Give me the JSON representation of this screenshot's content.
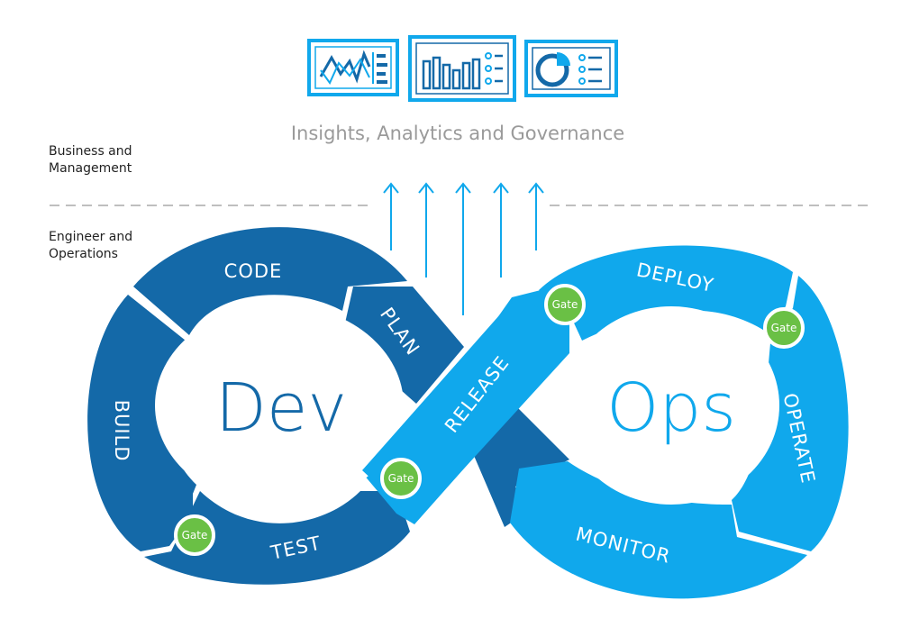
{
  "header": {
    "title": "Insights, Analytics and Governance"
  },
  "zones": {
    "upper": [
      "Business and",
      "Management"
    ],
    "lower": [
      "Engineer and",
      "Operations"
    ]
  },
  "loop": {
    "dev": "Dev",
    "ops": "Ops",
    "stages": {
      "plan": "PLAN",
      "code": "CODE",
      "build": "BUILD",
      "test": "TEST",
      "release": "RELEASE",
      "deploy": "DEPLOY",
      "operate": "OPERATE",
      "monitor": "MONITOR"
    },
    "gate": "Gate"
  },
  "colors": {
    "dev_blue": "#1469a8",
    "ops_blue": "#10a8ec",
    "gate_green": "#6ac045",
    "arrow": "#10a8ec",
    "divider": "#aaaaaa"
  },
  "icons": [
    "line-chart-dashboard-icon",
    "bar-chart-dashboard-icon",
    "pie-chart-dashboard-icon"
  ]
}
